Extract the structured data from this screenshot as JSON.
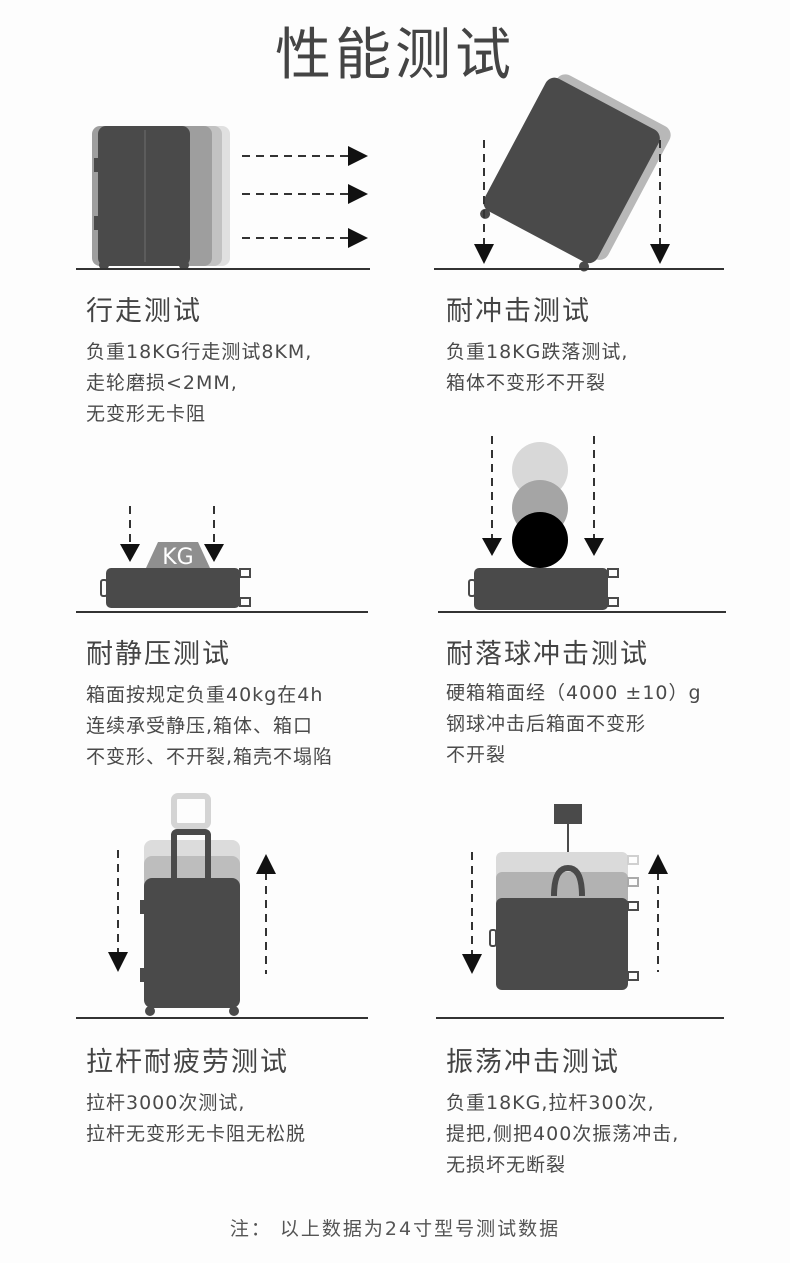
{
  "page": {
    "title": "性能测试"
  },
  "sections": [
    {
      "title": "行走测试",
      "description": "负重18KG行走测试8KM,\n走轮磨损<2MM,\n无变形无卡阻"
    },
    {
      "title": "耐冲击测试",
      "description": "负重18KG跌落测试,\n箱体不变形不开裂"
    },
    {
      "title": "耐静压测试",
      "description": "箱面按规定负重40kg在4h\n连续承受静压,箱体、箱口\n不变形、不开裂,箱壳不塌陷",
      "weight_label": "KG"
    },
    {
      "title": "耐落球冲击测试",
      "description": "硬箱箱面经（4000 ±10）g\n钢球冲击后箱面不变形\n不开裂"
    },
    {
      "title": "拉杆耐疲劳测试",
      "description": "拉杆3000次测试,\n拉杆无变形无卡阻无松脱"
    },
    {
      "title": "振荡冲击测试",
      "description": "负重18KG,拉杆300次,\n提把,侧把400次振荡冲击,\n无损坏无断裂"
    }
  ],
  "footnote": "注：  以上数据为24寸型号测试数据",
  "colors": {
    "dark": "#4a4a4a",
    "mid": "#9a9a9a",
    "light": "#cfcfcf",
    "ball": "#000000",
    "text": "#454545"
  }
}
